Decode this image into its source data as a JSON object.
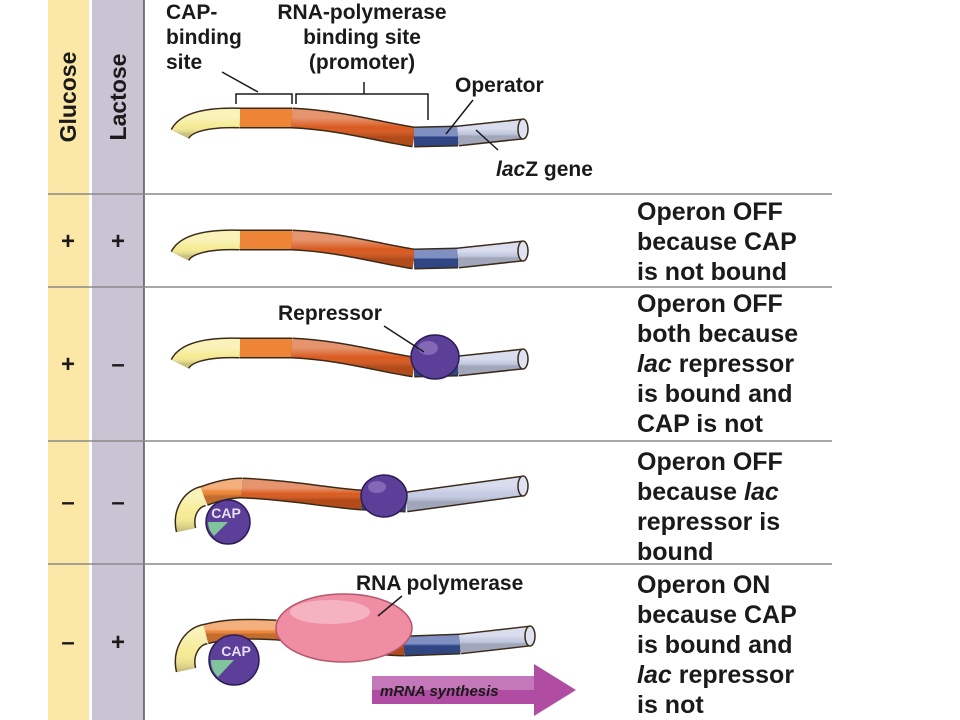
{
  "colors": {
    "glucose_column": "#fbe7a6",
    "lactose_column": "#c9c3d3",
    "cap_site": "#ee8536",
    "promoter": "#d95a1f",
    "operator": "#3b55a0",
    "lacz_gene": "#c4cbe3",
    "five_prime_end": "#f6eb94",
    "repressor": "#5c3f99",
    "cap_protein": "#5c3f99",
    "rna_polymerase": "#ef8ea3",
    "mrna_arrow": "#b04da3"
  },
  "headers": {
    "glucose": "Glucose",
    "lactose": "Lactose"
  },
  "labels": {
    "cap_site": [
      "CAP-",
      "binding",
      "site"
    ],
    "rna_pol_site": [
      "RNA-polymerase",
      "binding site",
      "(promoter)"
    ],
    "operator": "Operator",
    "lacz_italic": "lac",
    "lacz_rest": "Z gene",
    "repressor": "Repressor",
    "rna_polymerase": "RNA polymerase",
    "cap": "CAP",
    "mrna": "mRNA synthesis"
  },
  "rows": [
    {
      "glucose": "+",
      "lactose": "+",
      "status": [
        [
          {
            "t": "Operon OFF"
          }
        ],
        [
          {
            "t": "because CAP"
          }
        ],
        [
          {
            "t": "is not bound"
          }
        ]
      ]
    },
    {
      "glucose": "+",
      "lactose": "–",
      "status": [
        [
          {
            "t": "Operon OFF"
          }
        ],
        [
          {
            "t": "both because"
          }
        ],
        [
          {
            "t": "lac",
            "i": true
          },
          {
            "t": " repressor"
          }
        ],
        [
          {
            "t": "is bound and"
          }
        ],
        [
          {
            "t": "CAP is not"
          }
        ]
      ]
    },
    {
      "glucose": "–",
      "lactose": "–",
      "status": [
        [
          {
            "t": "Operon OFF"
          }
        ],
        [
          {
            "t": "because "
          },
          {
            "t": "lac",
            "i": true
          }
        ],
        [
          {
            "t": "repressor is"
          }
        ],
        [
          {
            "t": "bound"
          }
        ]
      ]
    },
    {
      "glucose": "–",
      "lactose": "+",
      "status": [
        [
          {
            "t": "Operon ON"
          }
        ],
        [
          {
            "t": "because CAP"
          }
        ],
        [
          {
            "t": "is bound and"
          }
        ],
        [
          {
            "t": "lac",
            "i": true
          },
          {
            "t": " repressor"
          }
        ],
        [
          {
            "t": "is not"
          }
        ]
      ]
    }
  ]
}
